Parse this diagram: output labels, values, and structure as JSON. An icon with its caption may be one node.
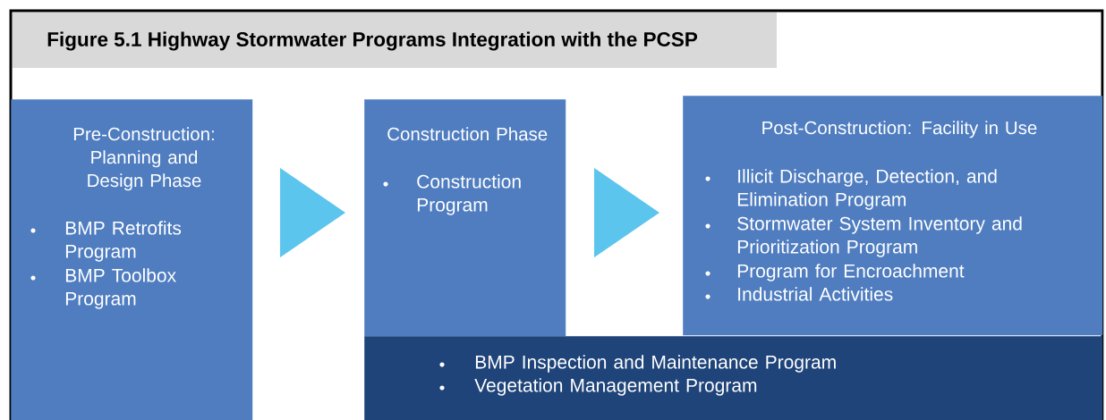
{
  "diagram": {
    "title": "Figure 5.1 Highway Stormwater Programs Integration with the PCSP",
    "nodes": [
      {
        "text": [
          "Pre-Construction: Planning and Design Phase",
          "BMP Retrofits Program",
          "BMP Toolbox Program"
        ]
      },
      {
        "text": [
          "Construction Phase",
          "Construction Program"
        ]
      },
      {
        "text": [
          "Post-Construction:  Facility in Use",
          "Illicit Discharge, Detection, and Elimination Program",
          "Stormwater System Inventory and Prioritization Program",
          "Program for Encroachment",
          "Industrial Activities"
        ]
      },
      {
        "text": [
          "BMP Inspection and Maintenance Program",
          "Vegetation Management Program"
        ]
      }
    ],
    "edges": [
      {
        "from": 0,
        "to": 1,
        "arrow": "to"
      },
      {
        "from": 1,
        "to": 2,
        "arrow": "to"
      }
    ]
  }
}
